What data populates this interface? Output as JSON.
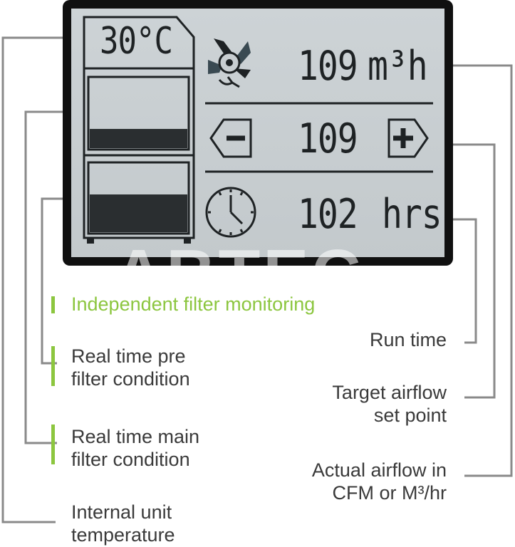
{
  "display": {
    "temperature": "30°C",
    "airflow_value": "109",
    "airflow_unit": "m³h",
    "setpoint_value": "109",
    "runtime_value": "102",
    "runtime_unit": "hrs"
  },
  "filters": {
    "pre_filter_level": 0.28,
    "main_filter_level": 0.55
  },
  "watermark": "ABTEC",
  "callouts": {
    "filter_heading": "Independent filter monitoring",
    "pre_filter": [
      "Real time pre",
      "filter condition"
    ],
    "main_filter": [
      "Real time main",
      "filter condition"
    ],
    "temperature": [
      "Internal unit",
      "temperature"
    ],
    "run_time": "Run time",
    "target_airflow": [
      "Target airflow",
      "set point"
    ],
    "actual_airflow": [
      "Actual airflow in",
      "CFM or M³/hr"
    ]
  },
  "colors": {
    "accent": "#8cc63f",
    "bezel": "#101010",
    "lcd": "#c8cdd0",
    "lcd_ink": "#1e2224",
    "leader": "#8a8a8a"
  },
  "icons": [
    "fan-icon",
    "minus-icon",
    "plus-icon",
    "clock-icon"
  ]
}
